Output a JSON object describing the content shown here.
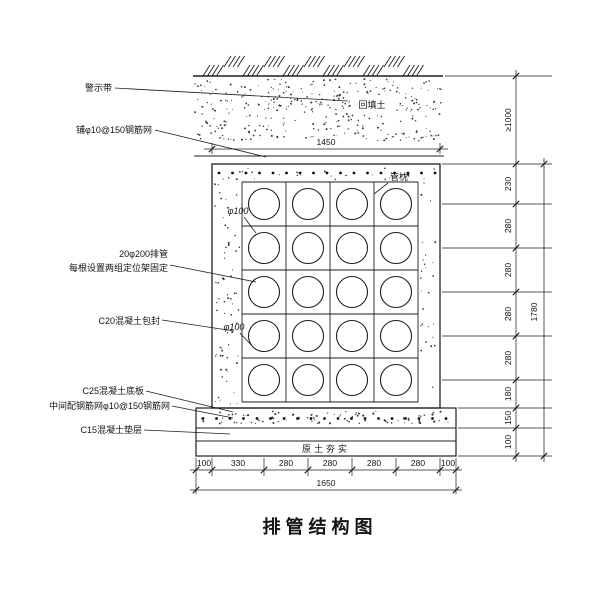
{
  "title": "排管结构图",
  "labels": {
    "warning_tape": "警示带",
    "top_mesh": "铺φ10@150钢筋网",
    "pipes_line1": "20φ200排管",
    "pipes_line2": "每根设置两组定位架固定",
    "encasement": "C20混凝土包封",
    "base_slab": "C25混凝土底板",
    "middle_mesh": "中间配钢筋网φ10@150钢筋网",
    "cushion": "C15混凝土垫层",
    "backfill": "回填土",
    "pipe_support": "管枕",
    "compacted_soil": "原土夯实",
    "pipe_dia_upper": "φ100",
    "pipe_dia_lower": "φ100"
  },
  "dimensions": {
    "top_width": "1450",
    "bottom_segments": [
      "100",
      "330",
      "280",
      "280",
      "280",
      "280",
      "100"
    ],
    "bottom_total": "1650",
    "right_segments": [
      "≥1000",
      "230",
      "280",
      "280",
      "280",
      "280",
      "180",
      "150",
      "100"
    ],
    "right_total": "1780"
  },
  "pipe_grid": {
    "columns": 4,
    "rows": 5
  },
  "colors": {
    "line": "#1f1f1f",
    "background": "#ffffff"
  }
}
